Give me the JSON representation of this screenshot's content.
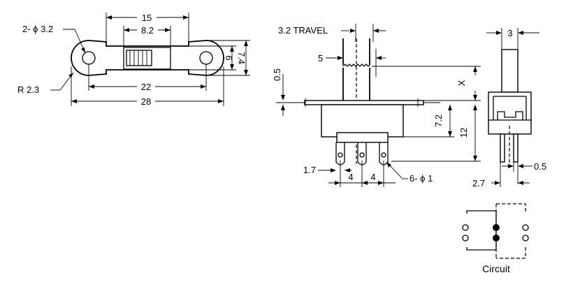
{
  "top_view": {
    "dim_15": "15",
    "dim_8_2": "8.2",
    "dim_hole": "2- ϕ 3.2",
    "dim_6": "6",
    "dim_7_4": "7.4",
    "dim_r": "R 2.3",
    "dim_22": "22",
    "dim_28": "28"
  },
  "front_view": {
    "travel": "3.2 TRAVEL",
    "dim_5": "5",
    "dim_0_5": "0.5",
    "dim_x": "X",
    "dim_7_2": "7.2",
    "dim_12": "12",
    "dim_1_7": "1.7",
    "dim_4a": "4",
    "dim_4b": "4",
    "dim_pins": "6- ϕ 1"
  },
  "side_view": {
    "dim_3": "3",
    "dim_0_5": "0.5",
    "dim_2_7": "2.7"
  },
  "circuit": {
    "label": "Circuit"
  }
}
